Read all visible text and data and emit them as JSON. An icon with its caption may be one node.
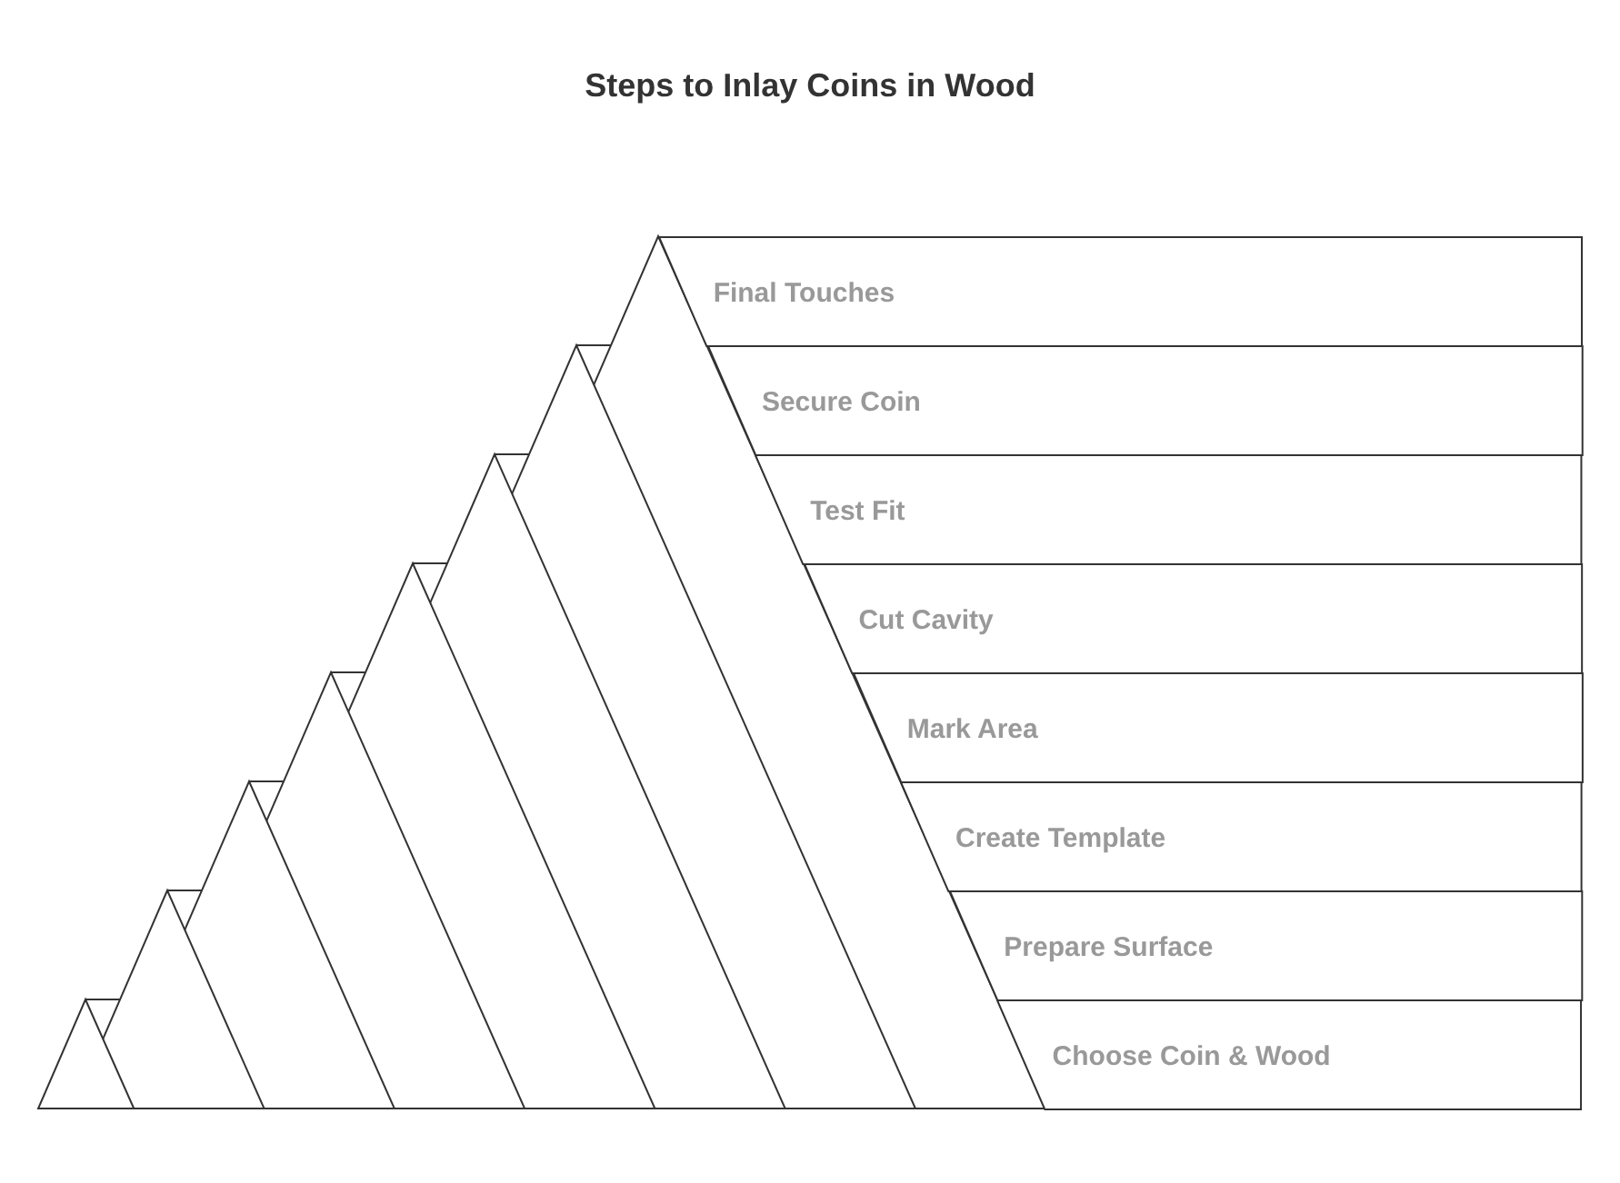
{
  "diagram": {
    "title": "Steps to Inlay Coins in Wood",
    "nodes": [
      {
        "text": [
          "Final Touches"
        ]
      },
      {
        "text": [
          "Secure Coin"
        ]
      },
      {
        "text": [
          "Test Fit"
        ]
      },
      {
        "text": [
          "Cut Cavity"
        ]
      },
      {
        "text": [
          "Mark Area"
        ]
      },
      {
        "text": [
          "Create Template"
        ]
      },
      {
        "text": [
          "Prepare Surface"
        ]
      },
      {
        "text": [
          "Choose Coin & Wood"
        ]
      }
    ]
  }
}
